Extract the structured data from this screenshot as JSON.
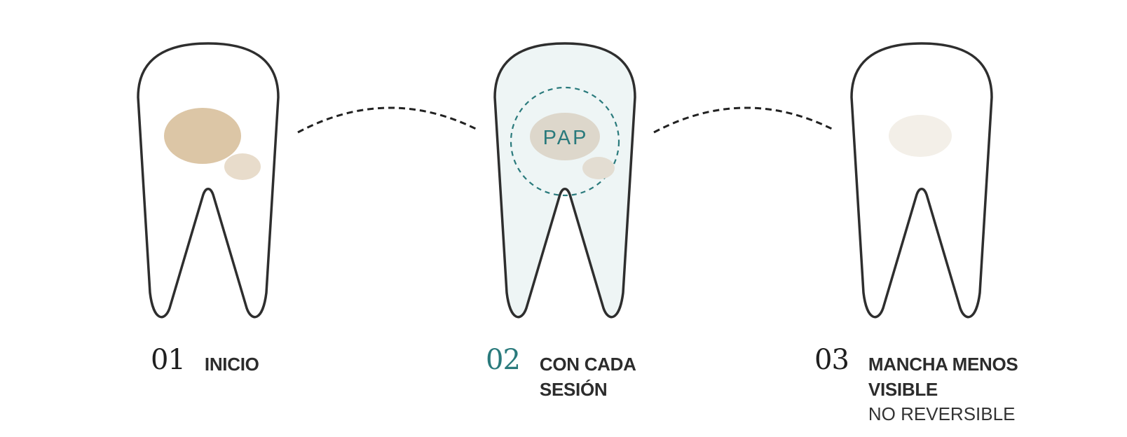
{
  "colors": {
    "outline": "#2e2e2e",
    "stain": "#dcc6a6",
    "stain_light": "#e8dccb",
    "stain_faded": "#f3efe8",
    "stain_treated": "#ddd7cb",
    "tooth_treated_fill": "#eef5f5",
    "accent": "#2a7a7c",
    "connector": "#222222"
  },
  "steps": [
    {
      "number": "01",
      "title_line1": "INICIO",
      "title_line2": "",
      "note": ""
    },
    {
      "number": "02",
      "title_line1": "CON CADA",
      "title_line2": "SESIÓN",
      "note": ""
    },
    {
      "number": "03",
      "title_line1": "MANCHA MENOS",
      "title_line2": "VISIBLE",
      "note": "NO REVERSIBLE"
    }
  ],
  "tooth2": {
    "badge": "PAP"
  },
  "icons": [
    "tooth-icon",
    "stain-icon",
    "dashed-connector-icon",
    "dashed-ring-icon"
  ]
}
